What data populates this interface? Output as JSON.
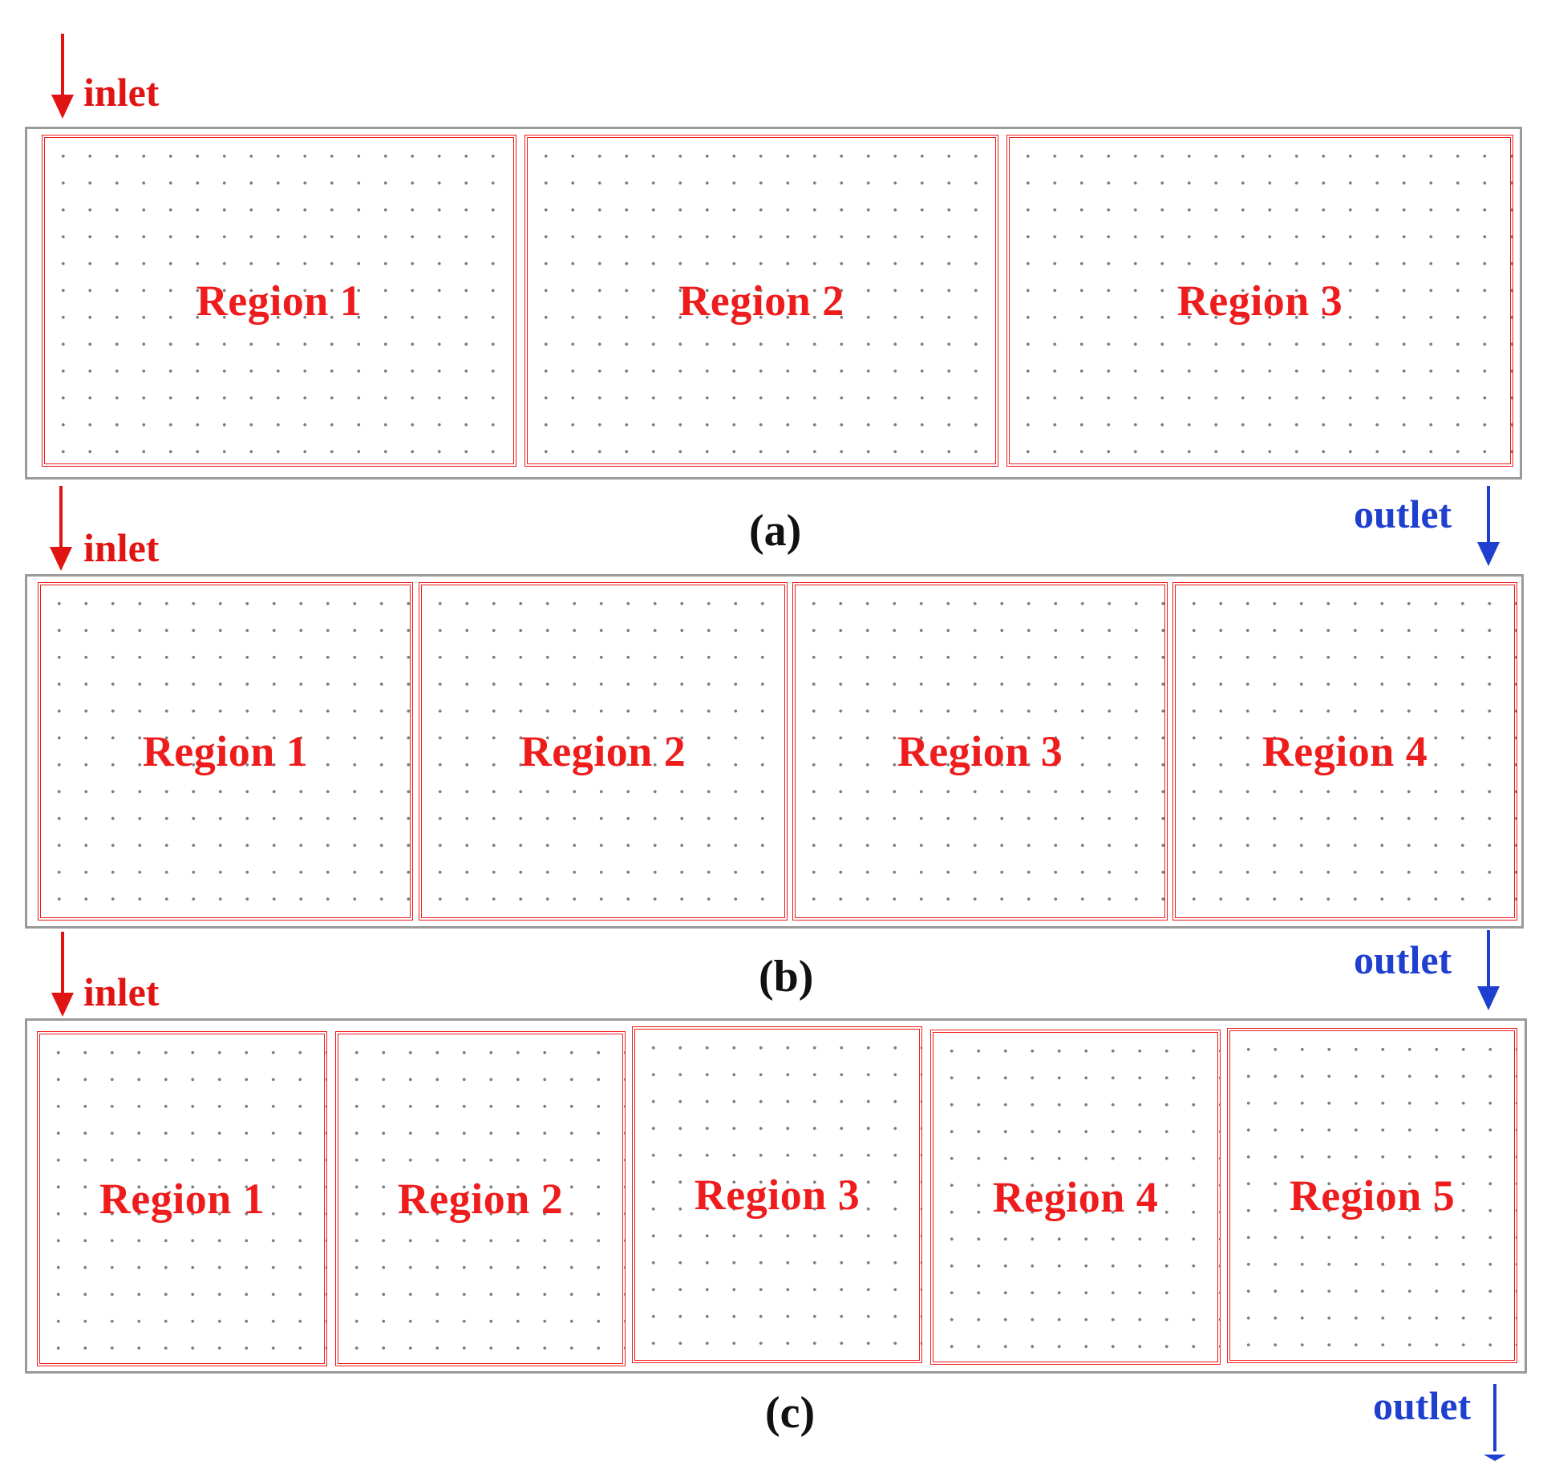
{
  "colors": {
    "inlet": "#e11414",
    "outlet": "#1f3fcf",
    "region_border": "#ee1c1c",
    "container_border": "#9a9a9a"
  },
  "icons": {
    "inlet_arrow": "down-arrow-icon",
    "outlet_arrow": "down-arrow-icon"
  },
  "panels": [
    {
      "caption": "(a)",
      "inlet": "inlet",
      "outlet": "outlet",
      "regions": [
        "Region 1",
        "Region 2",
        "Region 3"
      ]
    },
    {
      "caption": "(b)",
      "inlet": "inlet",
      "outlet": "outlet",
      "regions": [
        "Region 1",
        "Region 2",
        "Region 3",
        "Region 4"
      ]
    },
    {
      "caption": "(c)",
      "inlet": "inlet",
      "outlet": "outlet",
      "regions": [
        "Region 1",
        "Region 2",
        "Region 3",
        "Region 4",
        "Region 5"
      ]
    }
  ]
}
